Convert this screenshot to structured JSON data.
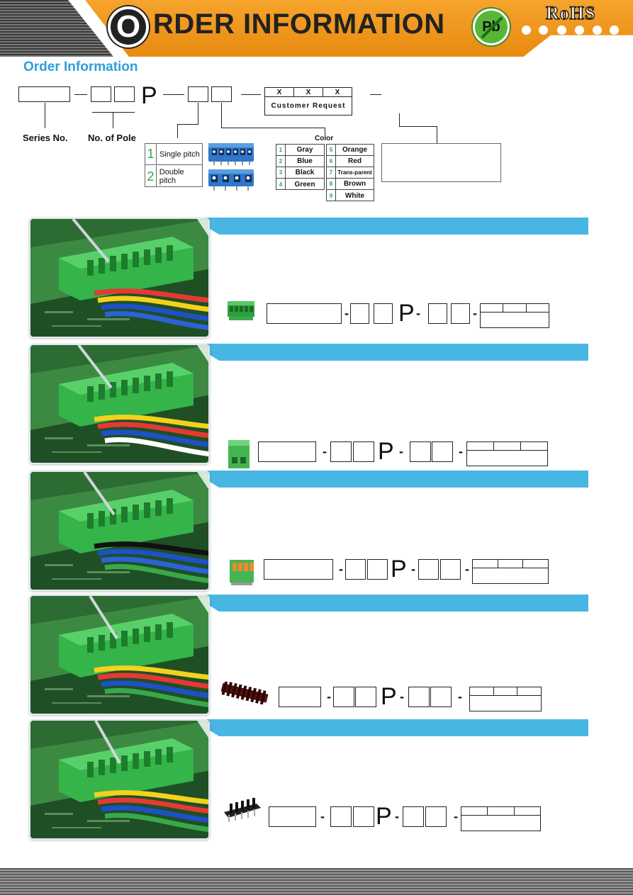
{
  "header": {
    "title_initial": "O",
    "title_rest": "RDER INFORMATION",
    "lead_free_badge": "Pb",
    "rohs_badge": "RoHS"
  },
  "order_info": {
    "heading": "Order Information",
    "p_letter": "P",
    "series_label": "Series No.",
    "pole_label": "No. of Pole",
    "customer_request": {
      "marks": [
        "X",
        "X",
        "X"
      ],
      "label": "Customer Request"
    },
    "pitch_options": [
      {
        "num": "1",
        "label": "Single pitch"
      },
      {
        "num": "2",
        "label": "Double pitch"
      }
    ],
    "color_heading": "Color",
    "colors_left": [
      {
        "num": "1",
        "name": "Gray"
      },
      {
        "num": "2",
        "name": "Blue"
      },
      {
        "num": "3",
        "name": "Black"
      },
      {
        "num": "4",
        "name": "Green"
      }
    ],
    "colors_right": [
      {
        "num": "5",
        "name": "Orange"
      },
      {
        "num": "6",
        "name": "Red"
      },
      {
        "num": "7",
        "name": "Trans-parent"
      },
      {
        "num": "8",
        "name": "Brown"
      },
      {
        "num": "9",
        "name": "White"
      }
    ]
  },
  "panels": [
    {
      "p_letter": "P",
      "dash": "-",
      "product": "pluggable-terminal-block",
      "wire_colors": [
        "#e53935",
        "#f4d21c",
        "#1e50c8",
        "#2c62d8"
      ]
    },
    {
      "p_letter": "P",
      "dash": "-",
      "product": "pcb-terminal-block",
      "wire_colors": [
        "#f4d21c",
        "#e53935",
        "#1e50c8",
        "#ffffff"
      ]
    },
    {
      "p_letter": "P",
      "dash": "-",
      "product": "spring-terminal-block",
      "wire_colors": [
        "#111111",
        "#1e50c8",
        "#2c62d8",
        "#3aa84a"
      ]
    },
    {
      "p_letter": "P",
      "dash": "-",
      "product": "barrier-strip",
      "wire_colors": [
        "#f4d21c",
        "#e53935",
        "#1e50c8",
        "#3aa84a"
      ]
    },
    {
      "p_letter": "P",
      "dash": "-",
      "product": "barrier-terminal-black",
      "wire_colors": [
        "#f4d21c",
        "#e53935",
        "#1e50c8",
        "#3aa84a"
      ]
    }
  ],
  "colors": {
    "accent_orange": "#f19a1e",
    "accent_blue": "#47b6e3",
    "heading_blue": "#2f9fd8",
    "pcb_green": "#3aa84a"
  }
}
